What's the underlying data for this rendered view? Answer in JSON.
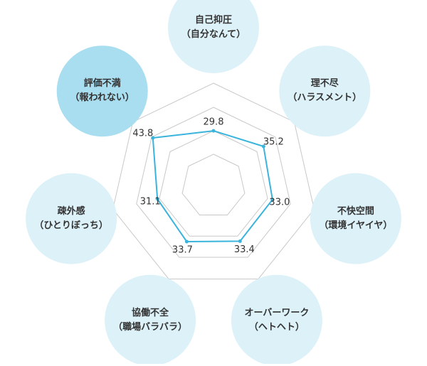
{
  "chart_data": {
    "type": "radar",
    "title": "",
    "axes": [
      {
        "line1": "自己抑圧",
        "line2": "（自分なんて）",
        "value": 29.8,
        "highlight": false
      },
      {
        "line1": "理不尽",
        "line2": "（ハラスメント）",
        "value": 35.2,
        "highlight": false
      },
      {
        "line1": "不快空間",
        "line2": "（環境イヤイヤ）",
        "value": 33.0,
        "highlight": false
      },
      {
        "line1": "オーバーワーク",
        "line2": "（ヘトヘト）",
        "value": 33.4,
        "highlight": false
      },
      {
        "line1": "協働不全",
        "line2": "（職場バラバラ）",
        "value": 33.7,
        "highlight": false
      },
      {
        "line1": "疎外感",
        "line2": "（ひとりぼっち）",
        "value": 31.1,
        "highlight": false
      },
      {
        "line1": "評価不満",
        "line2": "（報われない）",
        "value": 43.8,
        "highlight": true
      }
    ],
    "value_labels": [
      "29.8",
      "35.2",
      "33.0",
      "33.4",
      "33.7",
      "31.1",
      "43.8"
    ],
    "grid_rings": 4,
    "colors": {
      "series": "#3ab4dc",
      "grid": "#c8c8c8",
      "circle": "#dcf1f8",
      "circle_highlight": "#a9def0",
      "text": "#333333"
    }
  }
}
